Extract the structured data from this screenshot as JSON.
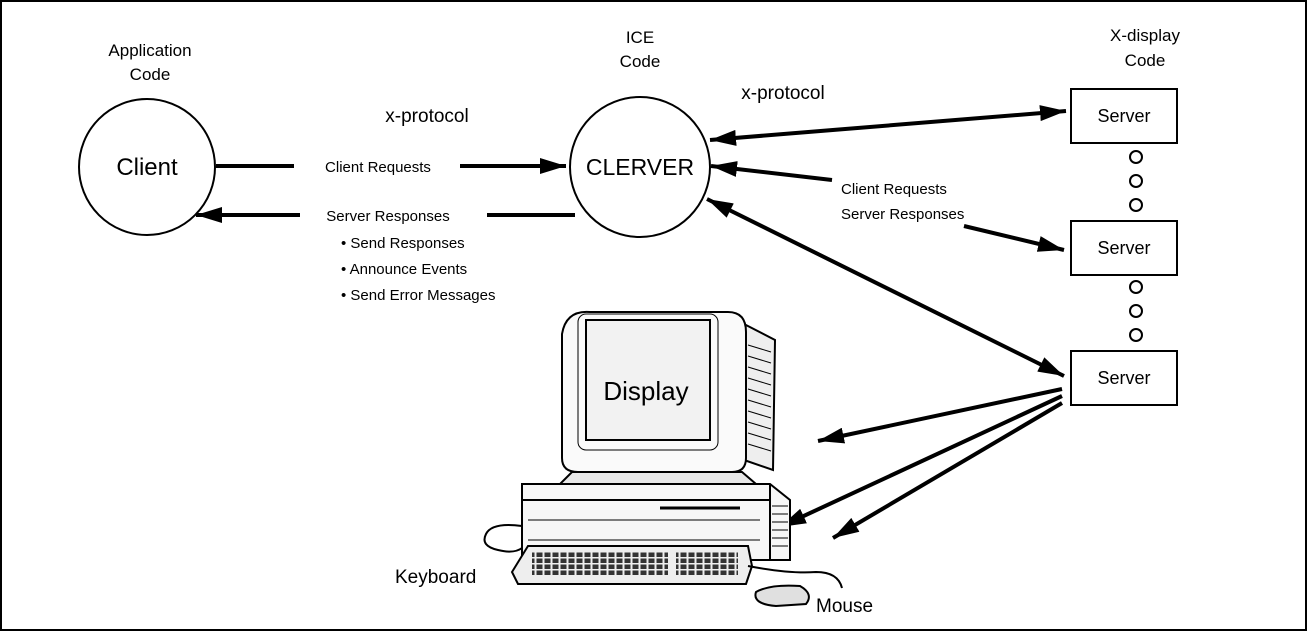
{
  "columns": {
    "application": [
      "Application",
      "Code"
    ],
    "ice": [
      "ICE",
      "Code"
    ],
    "xdisplay": [
      "X-display",
      "Code"
    ]
  },
  "nodes": {
    "client": "Client",
    "clerver": "CLERVER",
    "servers": [
      "Server",
      "Server",
      "Server"
    ],
    "display": "Display"
  },
  "labels": {
    "xprotocol_left": "x-protocol",
    "xprotocol_right": "x-protocol",
    "client_requests": "Client Requests",
    "server_responses": "Server Responses",
    "response_items": [
      "• Send Responses",
      "• Announce Events",
      "• Send Error Messages"
    ],
    "client_requests_right": "Client Requests",
    "server_responses_right": "Server Responses",
    "keyboard": "Keyboard",
    "mouse": "Mouse"
  }
}
